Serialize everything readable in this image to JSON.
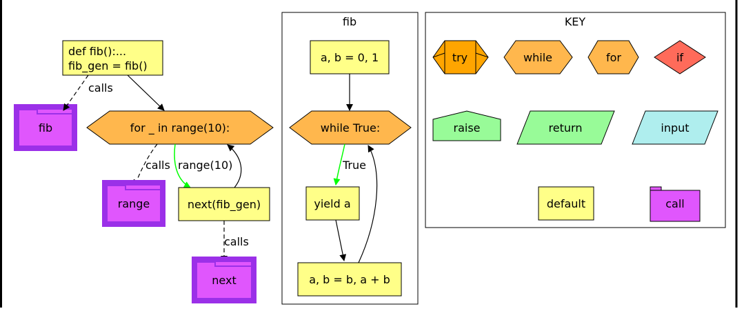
{
  "main": {
    "def_node": {
      "line1": "def fib():...",
      "line2": "fib_gen = fib()"
    },
    "for_node": "for _ in range(10):",
    "next_node": "next(fib_gen)",
    "calls": {
      "fib": "fib",
      "range": "range",
      "next": "next"
    },
    "edges": {
      "calls_fib": "calls",
      "calls_range": "calls",
      "range_arg": "range(10)",
      "calls_next": "calls"
    }
  },
  "fib_cluster": {
    "title": "fib",
    "init": "a, b = 0, 1",
    "loop": "while True:",
    "yield": "yield a",
    "update": "a, b = b, a + b",
    "edge_true": "True"
  },
  "key": {
    "title": "KEY",
    "items": {
      "try": "try",
      "while": "while",
      "for": "for",
      "if": "if",
      "raise": "raise",
      "return": "return",
      "input": "input",
      "default": "default",
      "call": "call"
    }
  },
  "colors": {
    "default": "#ffff88",
    "loop": "#ffb74d",
    "try": "#ffa500",
    "if": "#ff6b5a",
    "raise": "#98fb98",
    "return": "#98fb98",
    "input": "#afeeee",
    "call_fill": "#e056fd",
    "call_border": "#9b30e8",
    "green_edge": "#00ff00"
  }
}
